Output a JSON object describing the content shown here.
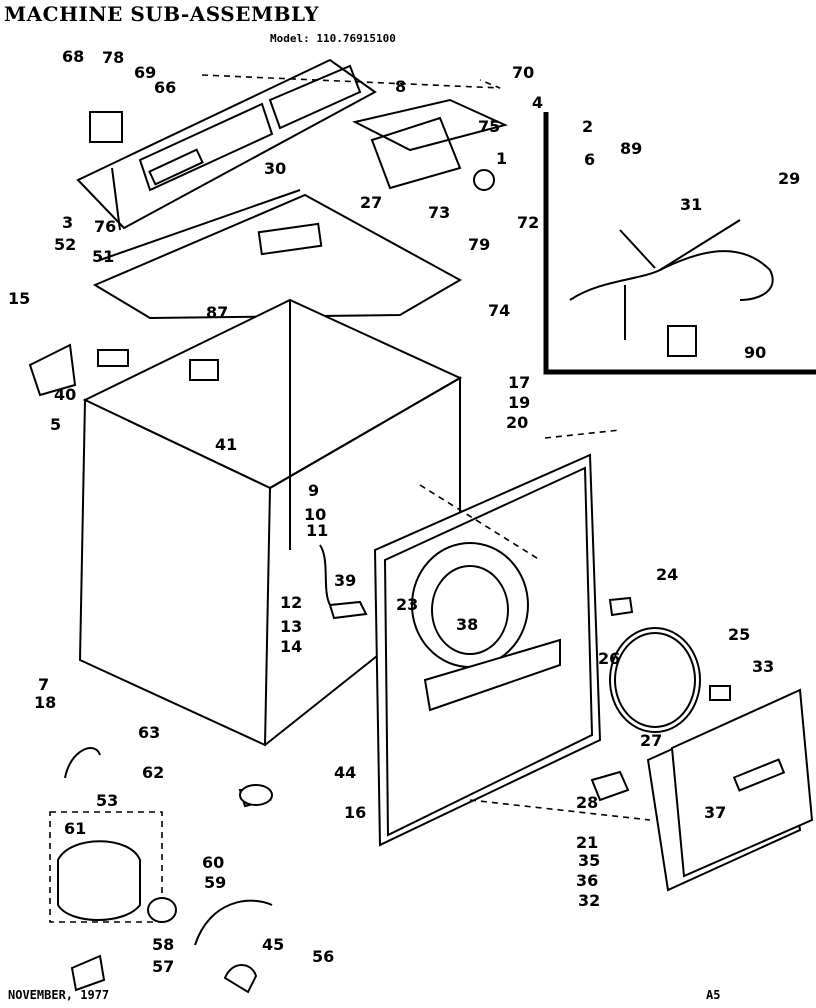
{
  "title": "MACHINE SUB-ASSEMBLY",
  "model": "Model: 110.76915100",
  "footer": {
    "date": "NOVEMBER, 1977",
    "page": "A5"
  },
  "callouts": [
    "68",
    "78",
    "69",
    "66",
    "70",
    "8",
    "4",
    "75",
    "1",
    "2",
    "89",
    "6",
    "29",
    "30",
    "27",
    "73",
    "72",
    "79",
    "31",
    "3",
    "52",
    "51",
    "76",
    "74",
    "87",
    "15",
    "40",
    "90",
    "5",
    "41",
    "17",
    "19",
    "20",
    "9",
    "10",
    "11",
    "23",
    "38",
    "24",
    "25",
    "12",
    "39",
    "13",
    "14",
    "26",
    "33",
    "18",
    "7",
    "44",
    "16",
    "27",
    "28",
    "21",
    "35",
    "36",
    "32",
    "37",
    "63",
    "53",
    "62",
    "61",
    "60",
    "59",
    "58",
    "57",
    "45",
    "56"
  ]
}
